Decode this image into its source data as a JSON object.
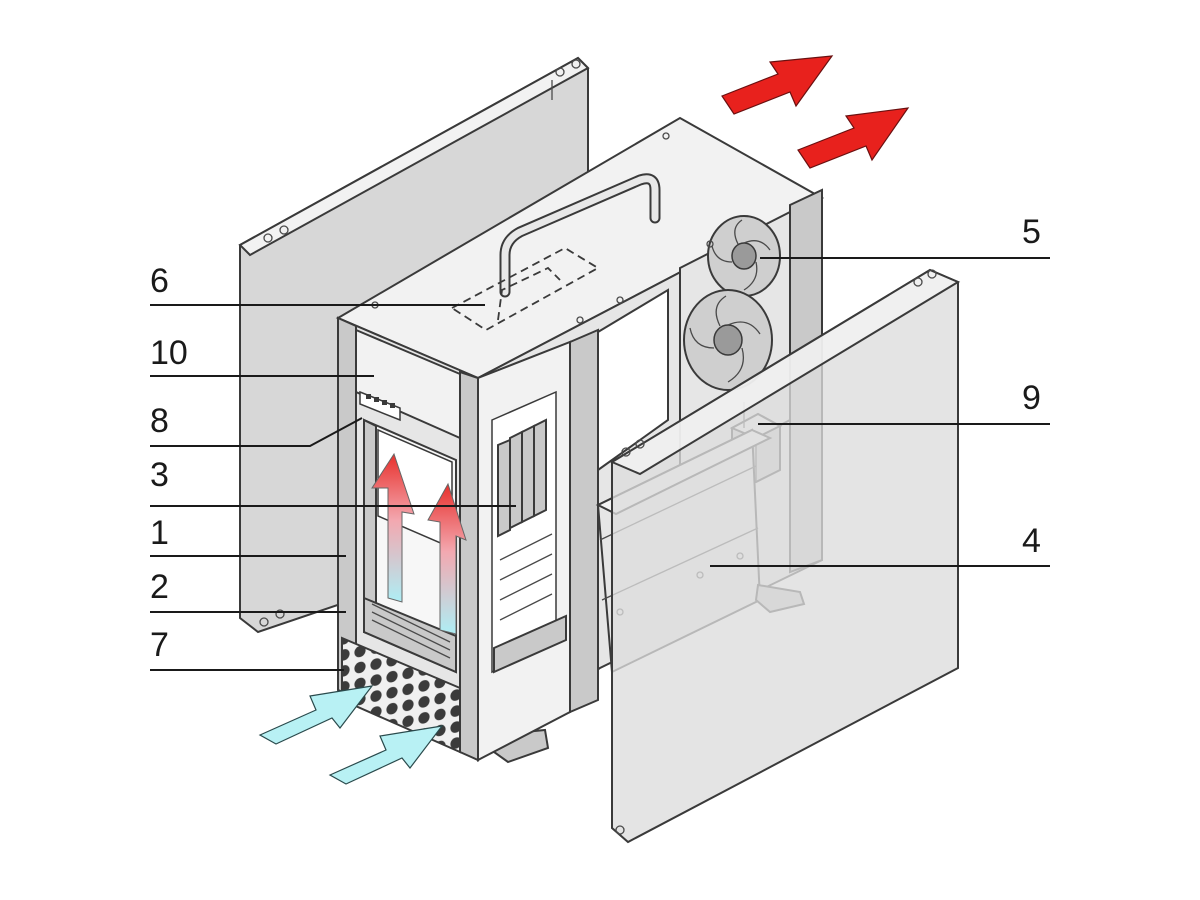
{
  "figure": {
    "callouts": [
      {
        "id": "c5",
        "label": "5"
      },
      {
        "id": "c6",
        "label": "6"
      },
      {
        "id": "c10",
        "label": "10"
      },
      {
        "id": "c8",
        "label": "8"
      },
      {
        "id": "c9",
        "label": "9"
      },
      {
        "id": "c3",
        "label": "3"
      },
      {
        "id": "c1",
        "label": "1"
      },
      {
        "id": "c4",
        "label": "4"
      },
      {
        "id": "c2",
        "label": "2"
      },
      {
        "id": "c7",
        "label": "7"
      }
    ],
    "colors": {
      "exhaust_arrow": "#e8211d",
      "intake_arrow": "#b8f1f4",
      "warm_gradient_top": "#e8302c",
      "cool_gradient_bottom": "#aeeef5",
      "panel_fill": "#d7d7d7",
      "line": "#3a3a3a"
    }
  }
}
